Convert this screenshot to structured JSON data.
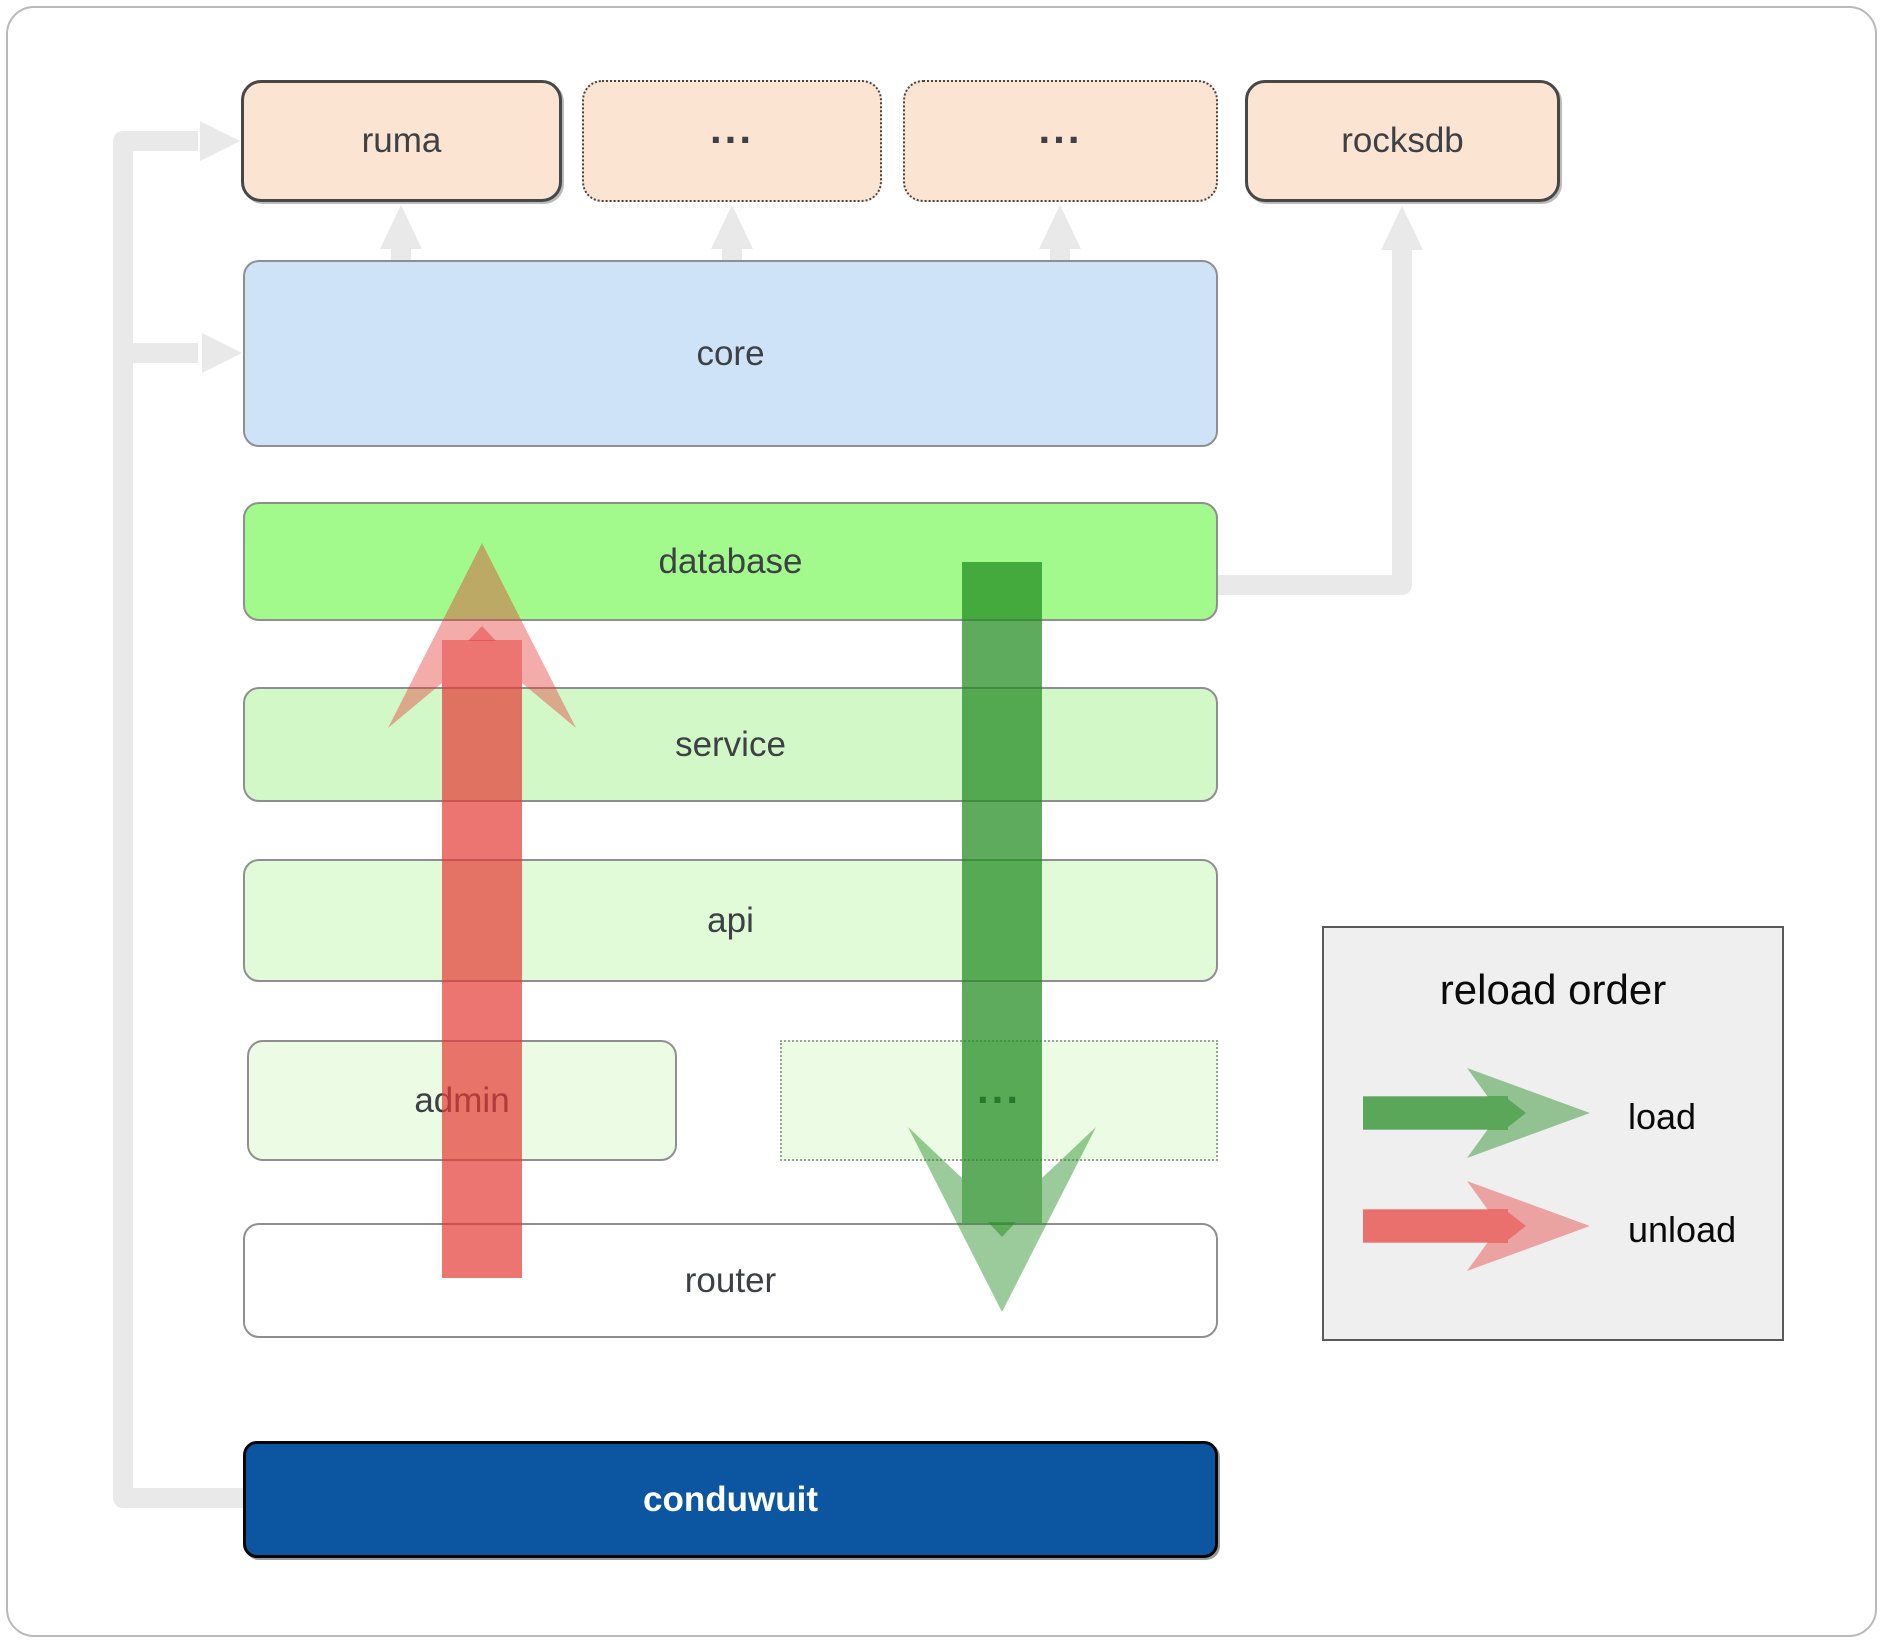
{
  "diagram": {
    "boxes": [
      {
        "id": "ruma",
        "label": "ruma"
      },
      {
        "id": "deps-more-1",
        "label": "..."
      },
      {
        "id": "deps-more-2",
        "label": "..."
      },
      {
        "id": "rocksdb",
        "label": "rocksdb"
      },
      {
        "id": "core",
        "label": "core"
      },
      {
        "id": "database",
        "label": "database"
      },
      {
        "id": "service",
        "label": "service"
      },
      {
        "id": "api",
        "label": "api"
      },
      {
        "id": "admin",
        "label": "admin"
      },
      {
        "id": "api-more",
        "label": "..."
      },
      {
        "id": "router",
        "label": "router"
      },
      {
        "id": "conduwuit",
        "label": "conduwuit"
      }
    ],
    "connectors": [
      {
        "from": "conduwuit",
        "to": "ruma"
      },
      {
        "from": "conduwuit",
        "to": "core"
      },
      {
        "from": "core",
        "to": "ruma"
      },
      {
        "from": "core",
        "to": "deps-more-1"
      },
      {
        "from": "core",
        "to": "deps-more-2"
      },
      {
        "from": "database",
        "to": "rocksdb"
      },
      {
        "type": "load",
        "from": "database",
        "to": "router",
        "direction": "down"
      },
      {
        "type": "unload",
        "from": "router",
        "to": "database",
        "direction": "up"
      }
    ]
  },
  "legend": {
    "title": "reload order",
    "items": [
      {
        "label": "load",
        "color": "#228b22"
      },
      {
        "label": "unload",
        "color": "#e53935"
      }
    ]
  },
  "colors": {
    "load_green": "#228b22",
    "unload_red": "#e53935",
    "conduwuit_blue": "#0b55a1",
    "database_green": "#a1fa8b",
    "core_blue": "#cfe3f8",
    "dependency_peach": "#fbe4d2",
    "connector_gray": "#e9e9e9"
  }
}
